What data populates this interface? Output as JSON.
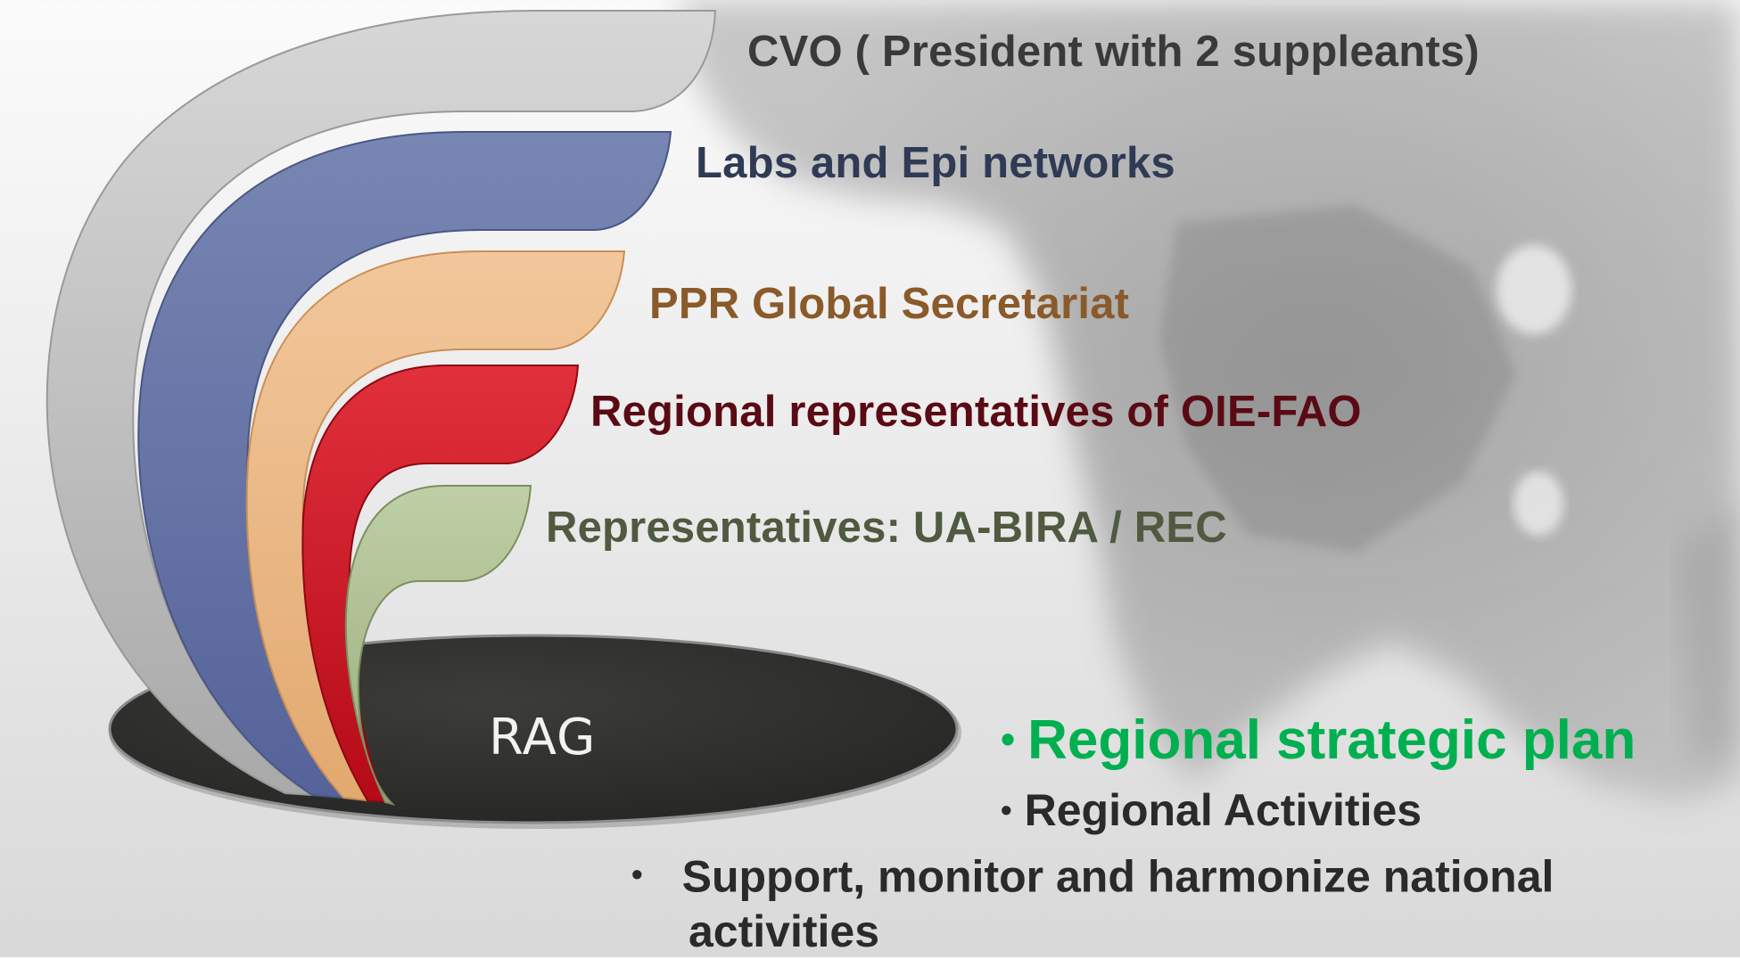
{
  "diagram": {
    "tiers": [
      {
        "label": "CVO ( President with 2 suppleants)",
        "color": "#3a3a3a",
        "band_color": "#b9b9b9"
      },
      {
        "label": "Labs and Epi networks",
        "color": "#2f3a55",
        "band_color": "#5e6d9e"
      },
      {
        "label": "PPR Global Secretariat",
        "color": "#8a5a2a",
        "band_color": "#e8b482"
      },
      {
        "label": "Regional representatives of OIE-FAO",
        "color": "#5a0a14",
        "band_color": "#c8101c"
      },
      {
        "label": "Representatives: UA-BIRA / REC",
        "color": "#4f5a40",
        "band_color": "#a6b98c"
      }
    ],
    "base": {
      "label": "RAG",
      "color": "#2e2f2c"
    }
  },
  "bullets": {
    "primary": {
      "text": "Regional strategic plan",
      "color": "#00b050"
    },
    "secondary": {
      "text": "Regional Activities",
      "color": "#2a2a2a"
    },
    "tertiary": {
      "line1": "Support, monitor and harmonize national",
      "line2": "activities",
      "color": "#2a2a2a"
    },
    "bullet_symbol": "•"
  }
}
